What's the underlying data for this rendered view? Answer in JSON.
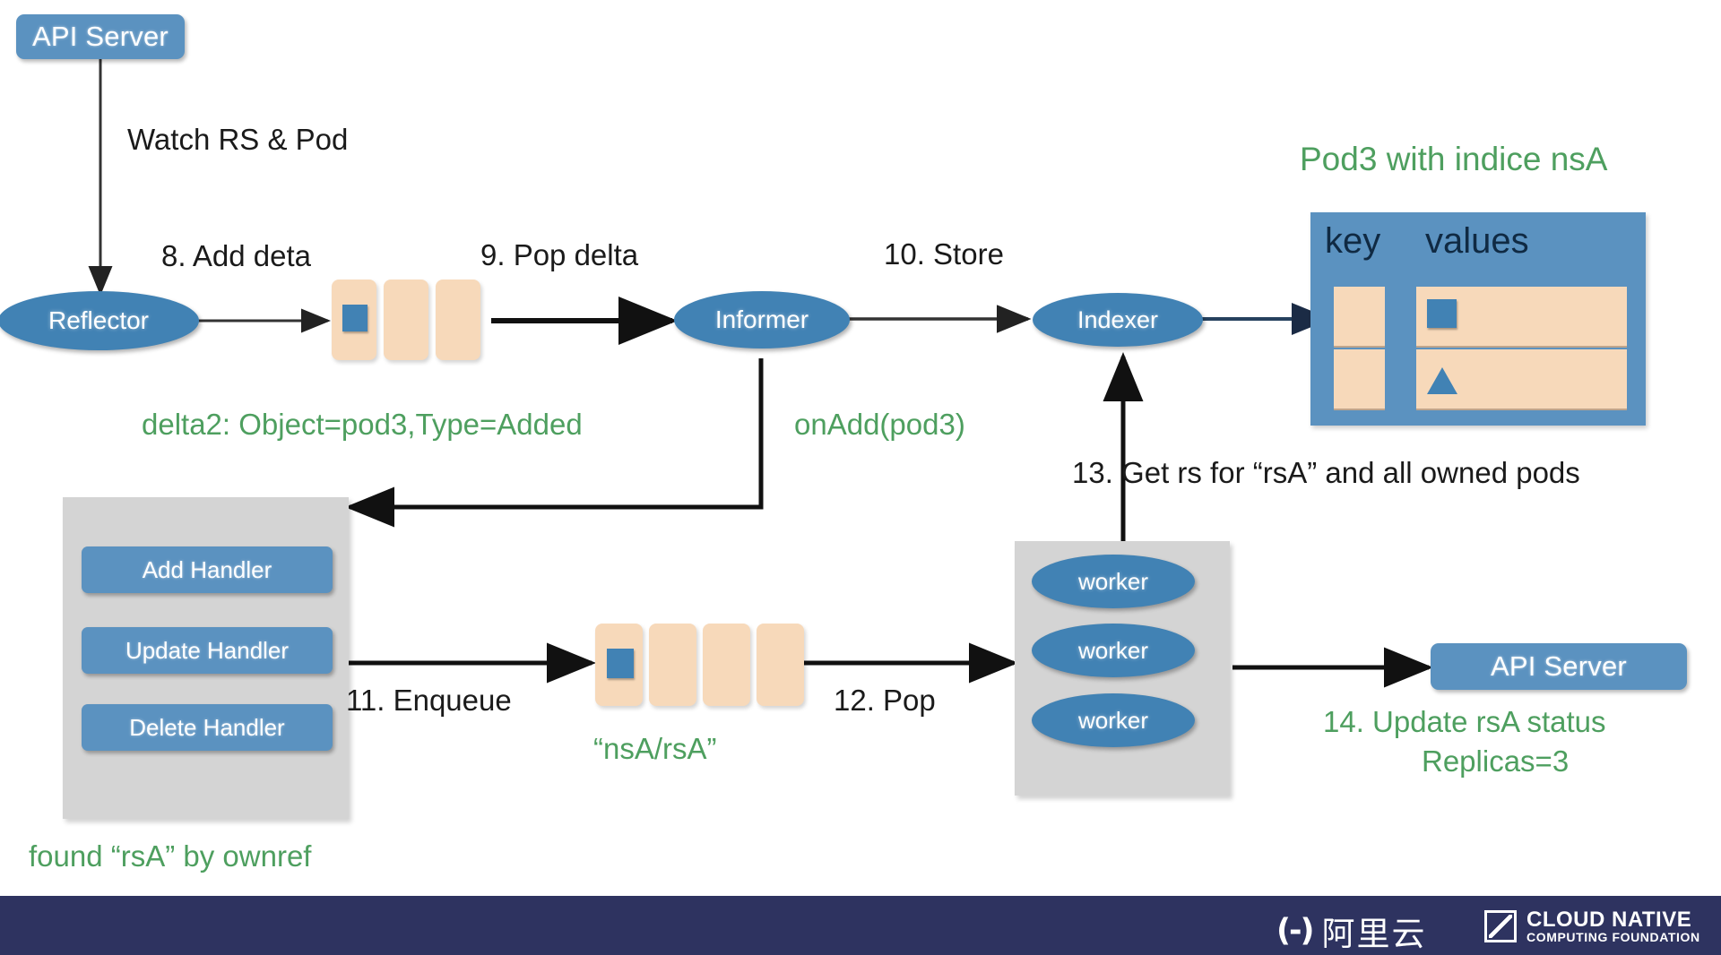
{
  "diagram": {
    "title_absent": "",
    "nodes": {
      "api_server_top": "API Server",
      "reflector": "Reflector",
      "informer": "Informer",
      "indexer": "Indexer",
      "api_server_bottom": "API Server",
      "worker1": "worker",
      "worker2": "worker",
      "worker3": "worker"
    },
    "handlers": [
      "Add Handler",
      "Update Handler",
      "Delete Handler"
    ],
    "edge_labels": {
      "watch": "Watch RS & Pod",
      "step8": "8. Add deta",
      "step9": "9. Pop delta",
      "step10": "10. Store",
      "step11": "11. Enqueue",
      "step12": "12. Pop",
      "step13": "13. Get rs for “rsA” and all owned pods"
    },
    "annotations": {
      "pod3_indice": "Pod3 with indice nsA",
      "delta2": "delta2: Object=pod3,Type=Added",
      "on_add": "onAdd(pod3)",
      "queue_item": "“nsA/rsA”",
      "found_rsa": "found “rsA” by ownref",
      "step14_line1": "14. Update rsA status",
      "step14_line2": "Replicas=3"
    },
    "index_table": {
      "header_key": "key",
      "header_values": "values",
      "rows": [
        {
          "key_cell": "",
          "value_cells": [
            "square",
            "",
            "",
            ""
          ]
        },
        {
          "key_cell": "",
          "value_cells": [
            "triangle",
            "",
            "",
            ""
          ]
        }
      ]
    },
    "delta_queue": {
      "count": 3,
      "marked_index": 0
    },
    "work_queue": {
      "count": 4,
      "marked_index": 0
    },
    "colors": {
      "node_blue": "#4182b4",
      "pill_blue": "#5b92c0",
      "card_peach": "#f7d9ba",
      "grey_box": "#d4d4d4",
      "green_text": "#4e9f5f",
      "footer_navy": "#2e3360"
    }
  },
  "footer": {
    "aliyun_mark": "(-)",
    "aliyun_name": "阿里云",
    "cncf_line1": "CLOUD NATIVE",
    "cncf_line2": "COMPUTING FOUNDATION"
  }
}
